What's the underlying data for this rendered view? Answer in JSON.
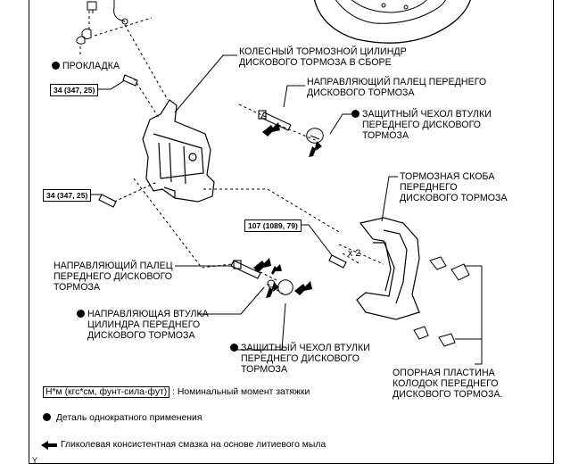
{
  "labels": {
    "gasket": "ПРОКЛАДКА",
    "cylinder_l1": "КОЛЕСНЫЙ ТОРМОЗНОЙ ЦИЛИНДР",
    "cylinder_l2": "ДИСКОВОГО ТОРМОЗА В СБОРЕ",
    "pin_top_l1": "НАПРАВЛЯЮЩИЙ ПАЛЕЦ ПЕРЕДНЕГО",
    "pin_top_l2": "ДИСКОВОГО ТОРМОЗА",
    "boot_top_l1": "ЗАЩИТНЫЙ ЧЕХОЛ ВТУЛКИ",
    "boot_top_l2": "ПЕРЕДНЕГО ДИСКОВОГО",
    "boot_top_l3": "ТОРМОЗА",
    "bracket_l1": "ТОРМОЗНАЯ СКОБА",
    "bracket_l2": "ПЕРЕДНЕГО",
    "bracket_l3": "ДИСКОВОГО ТОРМОЗА",
    "pin_left_l1": "НАПРАВЛЯЮЩИЙ ПАЛЕЦ",
    "pin_left_l2": "ПЕРЕДНЕГО ДИСКОВОГО",
    "pin_left_l3": "ТОРМОЗА",
    "bushing_l1": "НАПРАВЛЯЮЩАЯ ВТУЛКА",
    "bushing_l2": "ЦИЛИНДРА ПЕРЕДНЕГО",
    "bushing_l3": "ДИСКОВОГО ТОРМОЗА",
    "boot_bot_l1": "ЗАЩИТНЫЙ ЧЕХОЛ ВТУЛКИ",
    "boot_bot_l2": "ПЕРЕДНЕГО ДИСКОВОГО",
    "boot_bot_l3": "ТОРМОЗА",
    "plate_l1": "ОПОРНАЯ ПЛАСТИНА",
    "plate_l2": "КОЛОДОК ПЕРЕДНЕГО",
    "plate_l3": "ДИСКОВОГО ТОРМОЗА.",
    "qty": "x 2"
  },
  "torques": {
    "upper_bolt": "34 (347, 25)",
    "lower_bolt": "34 (347, 25)",
    "bracket_bolt": "107 (1089, 79)"
  },
  "legend": {
    "torque_unit": "Н*м (кгс*см, фунт-сила-фут)",
    "torque_desc": ": Номинальный момент затяжки",
    "non_reusable": "Деталь однократного применения",
    "grease": "Гликолевая консистентная смазка на основе литиевого мыла"
  },
  "corner_mark": "Y"
}
